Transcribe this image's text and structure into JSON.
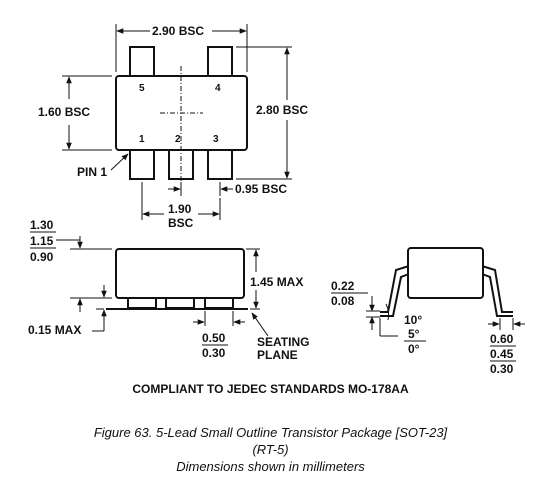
{
  "top_view": {
    "width_label": "2.90 BSC",
    "height_label": "1.60 BSC",
    "lead_span_label": "2.80 BSC",
    "pitch_label": "0.95 BSC",
    "outer_pitch_label_line1": "1.90",
    "outer_pitch_label_line2": "BSC",
    "pin1_label": "PIN 1",
    "pins": [
      "1",
      "2",
      "3",
      "4",
      "5"
    ]
  },
  "side_view": {
    "height_max": "1.30",
    "height_nom": "1.15",
    "height_min": "0.90",
    "max_height_label": "1.45 MAX",
    "standoff_label": "0.15 MAX",
    "lead_width_max": "0.50",
    "lead_width_min": "0.30",
    "seating_line1": "SEATING",
    "seating_line2": "PLANE"
  },
  "end_view": {
    "thickness_max": "0.22",
    "thickness_min": "0.08",
    "angle_max": "10°",
    "angle_nom": "5°",
    "angle_min": "0°",
    "foot_max": "0.60",
    "foot_nom": "0.45",
    "foot_min": "0.30"
  },
  "compliance": "COMPLIANT TO JEDEC STANDARDS MO-178AA",
  "caption": {
    "line1": "Figure 63. 5-Lead Small Outline Transistor Package [SOT-23]",
    "line2": "(RT-5)",
    "line3": "Dimensions shown in millimeters"
  }
}
